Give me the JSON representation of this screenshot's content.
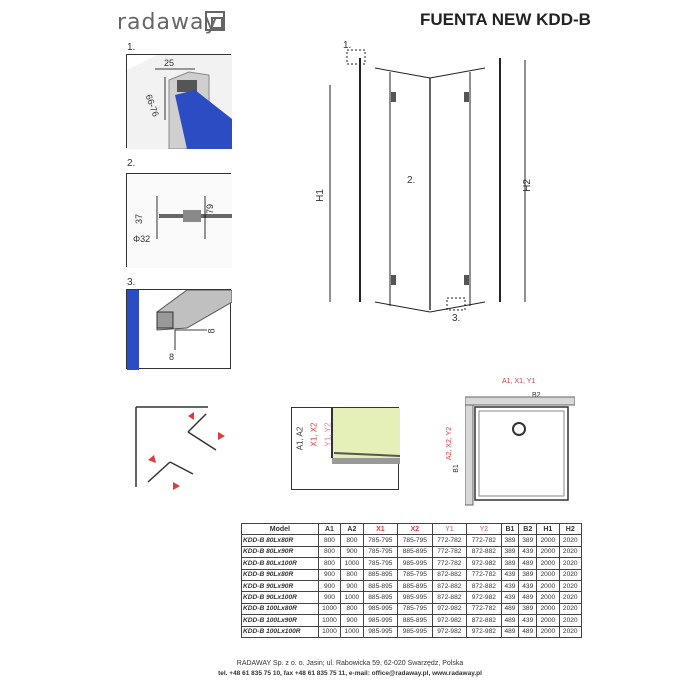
{
  "brand": {
    "logo_text": "radaway"
  },
  "title": "FUENTA NEW KDD-B",
  "details": {
    "d1": {
      "label": "1.",
      "dim_top": "25",
      "dim_side": "66-76"
    },
    "d2": {
      "label": "2.",
      "dim_a": "37",
      "dim_b": "79",
      "dim_c": "Φ32"
    },
    "d3": {
      "label": "3.",
      "dim_a": "8",
      "dim_b": "8"
    }
  },
  "front_view": {
    "callout1": "1.",
    "callout2": "2.",
    "callout3": "3.",
    "h1": "H1",
    "h2": "H2"
  },
  "section_view": {
    "lab_a": "A1, A2",
    "lab_x": "X1, X2",
    "lab_y": "Y1, Y2"
  },
  "plan_view": {
    "top": "A1, X1, Y1",
    "b2": "B2",
    "side": "A2, X2, Y2",
    "b1": "B1"
  },
  "table": {
    "headers": [
      "Model",
      "A1",
      "A2",
      "X1",
      "X2",
      "Y1",
      "Y2",
      "B1",
      "B2",
      "H1",
      "H2"
    ],
    "rows": [
      [
        "KDD-B 80Lx80R",
        "800",
        "800",
        "785-795",
        "785-795",
        "772-782",
        "772-782",
        "389",
        "389",
        "2000",
        "2020"
      ],
      [
        "KDD-B 80Lx90R",
        "800",
        "900",
        "785-795",
        "885-895",
        "772-782",
        "872-882",
        "389",
        "439",
        "2000",
        "2020"
      ],
      [
        "KDD-B 80Lx100R",
        "800",
        "1000",
        "785-795",
        "985-995",
        "772-782",
        "972-982",
        "389",
        "489",
        "2000",
        "2020"
      ],
      [
        "KDD-B 90Lx80R",
        "900",
        "800",
        "885-895",
        "785-795",
        "872-882",
        "772-782",
        "439",
        "389",
        "2000",
        "2020"
      ],
      [
        "KDD-B 90Lx90R",
        "900",
        "900",
        "885-895",
        "885-895",
        "872-882",
        "872-882",
        "439",
        "439",
        "2000",
        "2020"
      ],
      [
        "KDD-B 90Lx100R",
        "900",
        "1000",
        "885-895",
        "985-995",
        "872-882",
        "972-982",
        "439",
        "489",
        "2000",
        "2020"
      ],
      [
        "KDD-B 100Lx80R",
        "1000",
        "800",
        "985-995",
        "785-795",
        "972-982",
        "772-782",
        "489",
        "389",
        "2000",
        "2020"
      ],
      [
        "KDD-B 100Lx90R",
        "1000",
        "900",
        "985-995",
        "885-895",
        "972-982",
        "872-882",
        "489",
        "439",
        "2000",
        "2020"
      ],
      [
        "KDD-B 100Lx100R",
        "1000",
        "1000",
        "985-995",
        "985-995",
        "972-982",
        "972-982",
        "489",
        "489",
        "2000",
        "2020"
      ]
    ]
  },
  "footer": {
    "line1": "RADAWAY Sp. z o. o. Jasin; ul. Rabowicka 59, 62-020 Swarzędz, Polska",
    "line2": "tel. +48 61 835 75 10, fax +48 61 835 75 11, e-mail: office@radaway.pl, www.radaway.pl"
  },
  "colors": {
    "accent_red": "#e23a3a",
    "glass_blue": "#2b4cc2",
    "wall_gray": "#d8d8d8"
  }
}
